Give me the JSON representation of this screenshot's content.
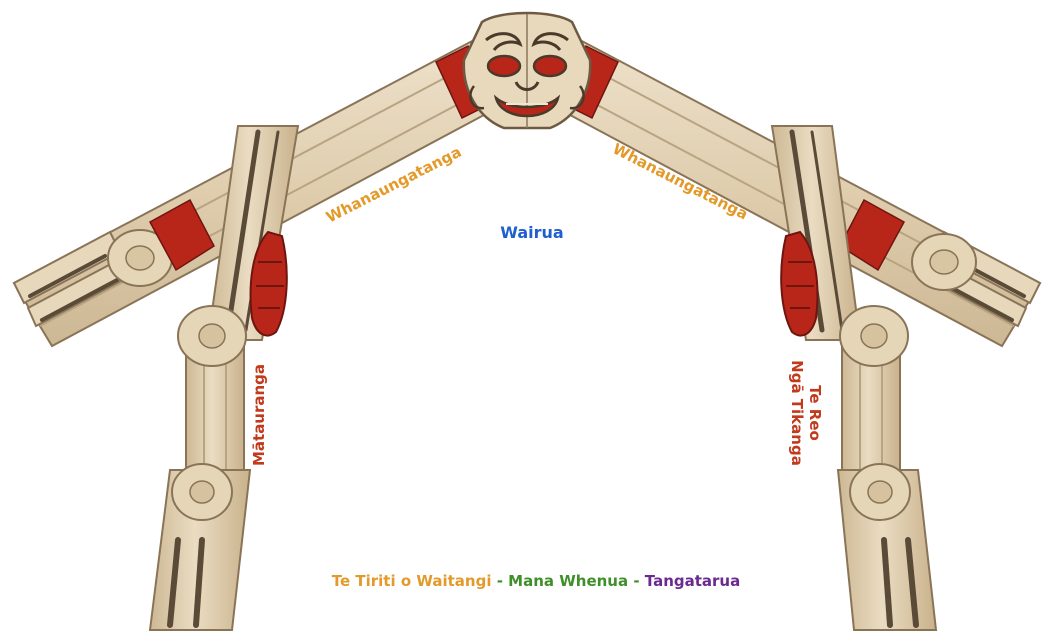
{
  "labels": {
    "wairua": "Wairua",
    "whanaungatanga_left": "Whanaungatanga",
    "whanaungatanga_right": "Whanaungatanga",
    "matauranga": "Mātauranga",
    "te_reo": "Te Reo",
    "nga_tikanga": "Ngā Tikanga"
  },
  "footer": {
    "part1": "Te Tiriti o Waitangi",
    "sep1": " - ",
    "part2": "Mana Whenua",
    "sep2": " - ",
    "part3": "Tangatarua"
  },
  "colors": {
    "wairua": "#1f5fcf",
    "whanaungatanga": "#e39a2a",
    "matauranga": "#c23a1c",
    "te_reo": "#c23a1c",
    "te_tiriti": "#e39a2a",
    "mana_whenua": "#3f8f2a",
    "tangatarua": "#6b2a8f",
    "wood": "#e3d2b4",
    "wood_edge": "#8a7458",
    "carving_red": "#b8261a"
  },
  "icons": [
    "wharenui-frame-illustration",
    "tekoteko-face-icon",
    "pou-figure-icon"
  ]
}
